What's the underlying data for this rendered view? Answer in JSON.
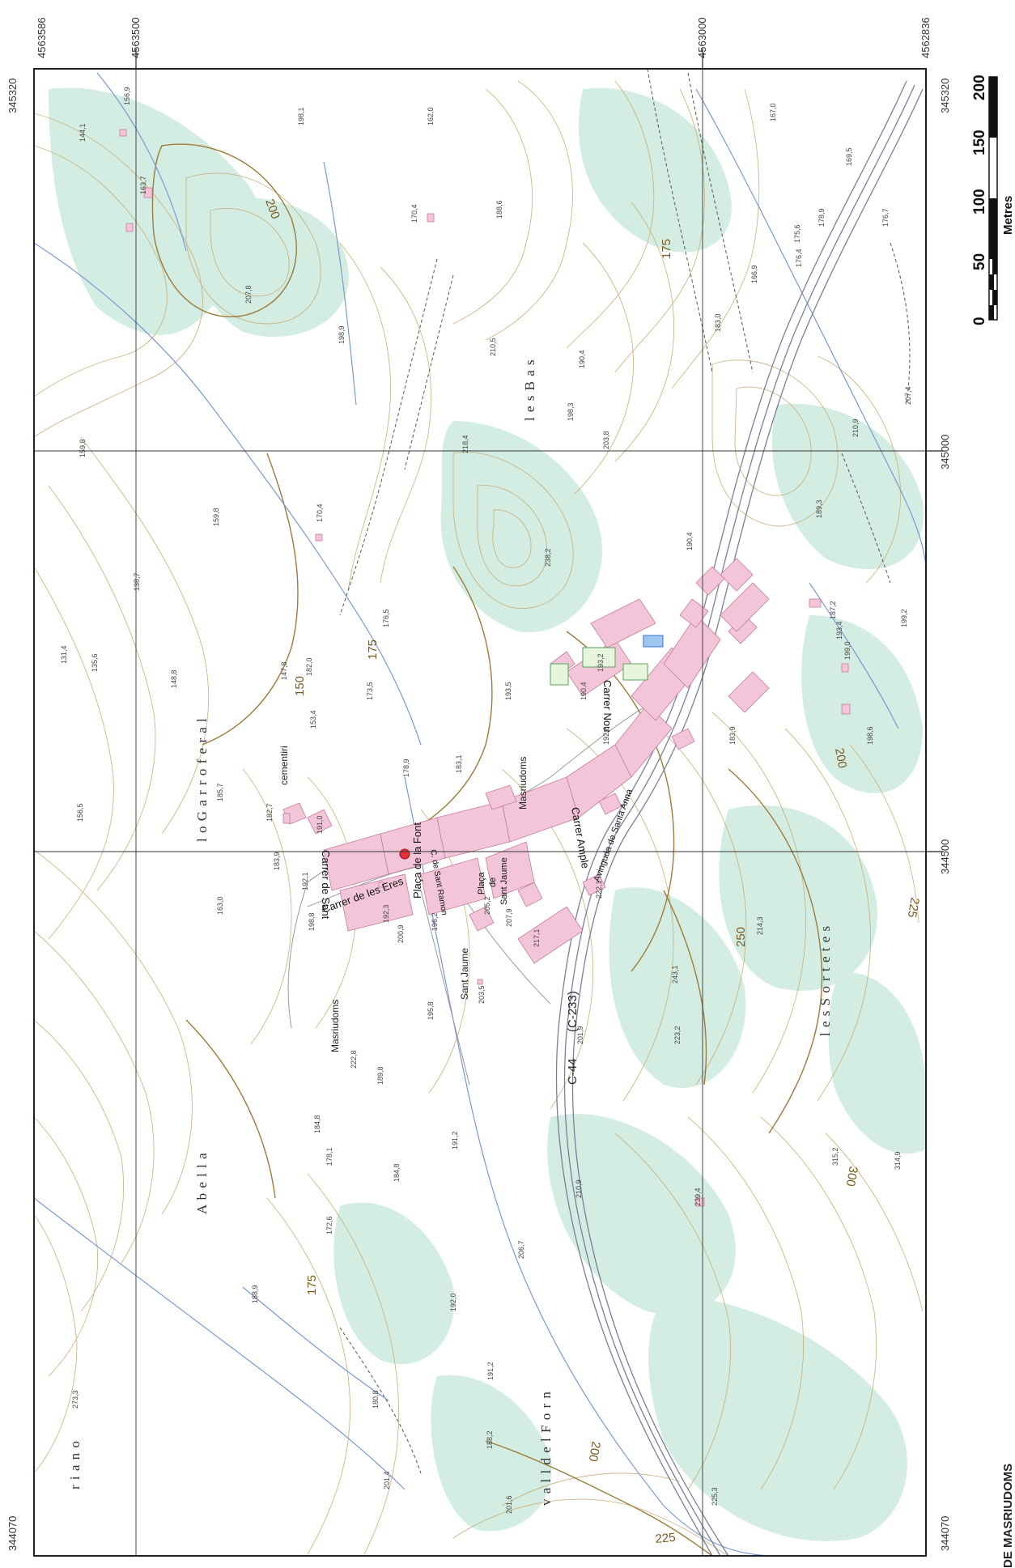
{
  "map": {
    "title_fragment": "DE MASRIUDOMS",
    "frame_coords": {
      "top_left_northing": "4563586",
      "top_left_easting": "345320",
      "top_mid_northing": "4563500",
      "top_right_mid_northing": "4563000",
      "top_right_northing": "4562836",
      "right_top_easting": "345320",
      "right_mid_easting": "345000",
      "right_low_easting": "344500",
      "right_bottom_easting": "344070",
      "left_bottom_easting": "344070"
    },
    "scale_bar": {
      "labels": [
        "0",
        "50",
        "100",
        "150",
        "200"
      ],
      "unit": "Metres"
    },
    "place_labels": {
      "rio": "r i a n o",
      "abella": "A b e l l a",
      "garrofer": "l o   G a r r o f e r a l",
      "bas": "l e s   B a s",
      "forn": "v a l l   d e l   F o r n",
      "sortetes": "l e s   S o r t e t e s",
      "cementiri": "cementiri",
      "masriudoms_village": "Masriudoms",
      "masriudoms_road": "Masriudoms",
      "sant_jaume": "Sant Jaume",
      "road_c44": "C-44",
      "road_c233": "(C-233)"
    },
    "streets": {
      "placa_font": "Plaça de la Font",
      "carrer_sant": "Carrer de Sant",
      "carrer_eres": "Carrer de les Eres",
      "placa_sant_jaume_1": "Plaça",
      "placa_sant_jaume_2": "de",
      "placa_sant_jaume_3": "Sant Jaume",
      "carrer_nou": "Carrer Nou",
      "carrer_ample": "Carrer Ample",
      "carrer_sant_ramon": "C. de Sant Ramon",
      "avinguda": "Avinguda de Santa Anna"
    },
    "contour_labels": [
      "150",
      "175",
      "175",
      "175",
      "200",
      "200",
      "200",
      "225",
      "225",
      "250",
      "300"
    ],
    "spot_heights": [
      "144,1",
      "163,7",
      "156,9",
      "198,1",
      "162,0",
      "170,4",
      "188,6",
      "207,8",
      "198,9",
      "210,5",
      "190,4",
      "198,3",
      "218,4",
      "203,8",
      "169,5",
      "183,0",
      "166,9",
      "176,4",
      "175,6",
      "178,9",
      "176,7",
      "167,0",
      "207,4",
      "210,9",
      "159,8",
      "159,8",
      "170,4",
      "176,5",
      "182,0",
      "238,2",
      "190,4",
      "187,2",
      "193,4",
      "199,0",
      "199,2",
      "189,3",
      "131,4",
      "135,6",
      "138,7",
      "148,8",
      "147,8",
      "153,4",
      "173,5",
      "178,9",
      "193,5",
      "190,4",
      "193,2",
      "192,8",
      "183,9",
      "198,6",
      "185,7",
      "182,7",
      "183,9",
      "191,0",
      "183,1",
      "156,5",
      "163,0",
      "192,1",
      "198,8",
      "192,3",
      "200,9",
      "196,2",
      "205,2",
      "207,9",
      "217,1",
      "222,1",
      "195,8",
      "203,5",
      "243,1",
      "214,3",
      "201,9",
      "223,2",
      "222,8",
      "184,8",
      "189,8",
      "178,1",
      "184,8",
      "191,2",
      "172,6",
      "210,9",
      "239,4",
      "206,7",
      "315,2",
      "314,9",
      "188,9",
      "192,0",
      "191,2",
      "180,8",
      "188,2",
      "273,3",
      "201,4",
      "201,6",
      "225,3"
    ],
    "colors": {
      "veg": "#d4ede3",
      "contour": "#b59a5a",
      "contour_index": "#8c6a2a",
      "water": "#6a8fd0",
      "road": "#7d7d9a",
      "building": "#f2c6d8",
      "building_stroke": "#c77a9a",
      "frame": "#222222",
      "grid": "#333333"
    }
  }
}
